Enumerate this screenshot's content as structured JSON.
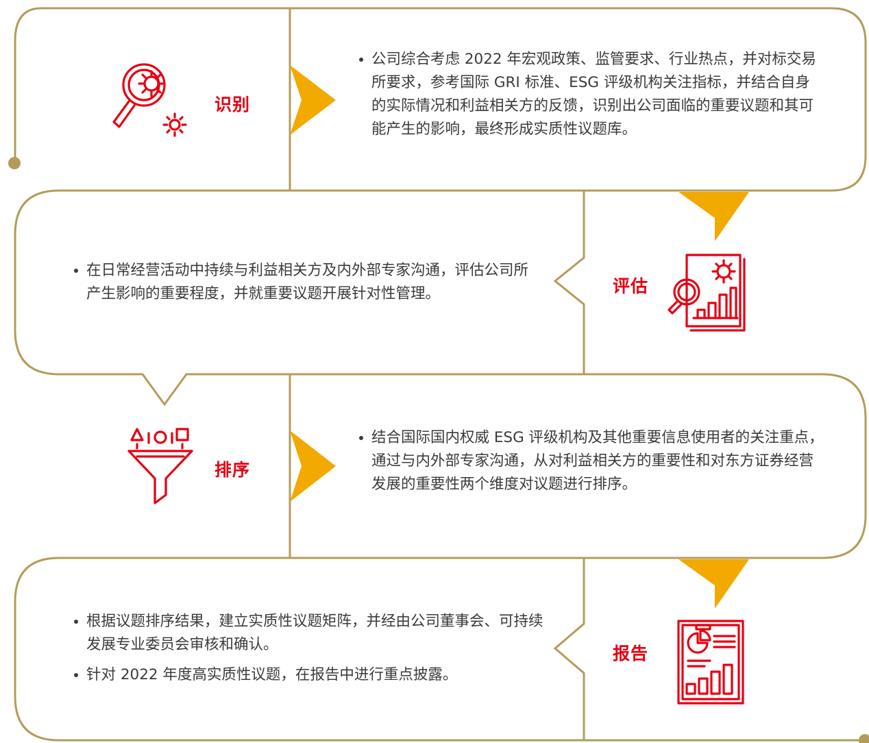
{
  "colors": {
    "frame": "#b39c5a",
    "chevron": "#f2a900",
    "accent": "#e60012",
    "text": "#3a3a3a"
  },
  "steps": [
    {
      "label": "识别",
      "icon": "magnifier-gears-icon",
      "bullets": [
        "公司综合考虑 2022 年宏观政策、监管要求、行业热点，并对标交易所要求，参考国际 GRI 标准、ESG 评级机构关注指标，并结合自身的实际情况和利益相关方的反馈，识别出公司面临的重要议题和其可能产生的影响，最终形成实质性议题库。"
      ]
    },
    {
      "label": "评估",
      "icon": "report-analysis-icon",
      "bullets": [
        "在日常经营活动中持续与利益相关方及内外部专家沟通，评估公司所产生影响的重要程度，并就重要议题开展针对性管理。"
      ]
    },
    {
      "label": "排序",
      "icon": "funnel-icon",
      "bullets": [
        "结合国际国内权威 ESG 评级机构及其他重要信息使用者的关注重点，通过与内外部专家沟通，从对利益相关方的重要性和对东方证券经营发展的重要性两个维度对议题进行排序。"
      ]
    },
    {
      "label": "报告",
      "icon": "report-document-icon",
      "bullets": [
        "根据议题排序结果，建立实质性议题矩阵，并经由公司董事会、可持续发展专业委员会审核和确认。",
        "针对 2022 年度高实质性议题，在报告中进行重点披露。"
      ]
    }
  ]
}
